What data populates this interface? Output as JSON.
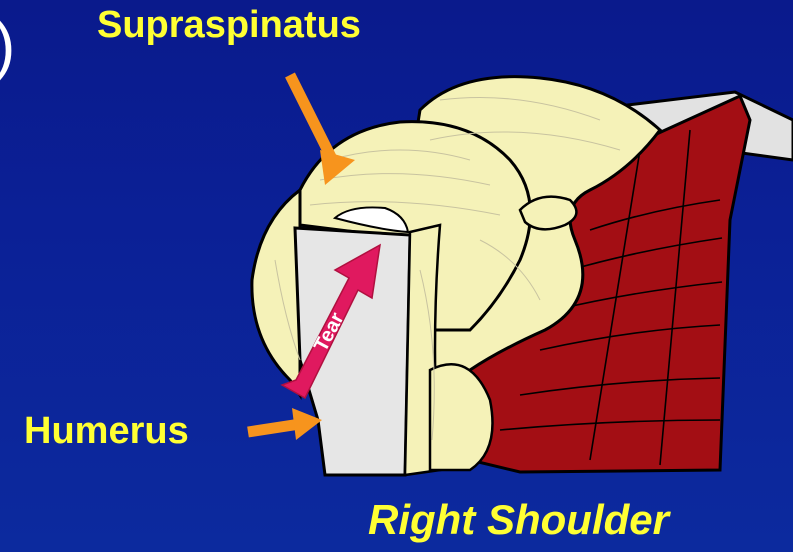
{
  "labels": {
    "paren": ")",
    "supraspinatus": "Supraspinatus",
    "humerus": "Humerus",
    "tear": "Tear",
    "caption": "Right Shoulder"
  },
  "colors": {
    "background": "#0b2096",
    "label_text": "#ffff33",
    "bone_tendon": "#f5f2b8",
    "muscle": "#a30e14",
    "humerus": "#e6e6e6",
    "arrow_orange": "#f7941d",
    "tear_arrow": "#e0195f"
  }
}
